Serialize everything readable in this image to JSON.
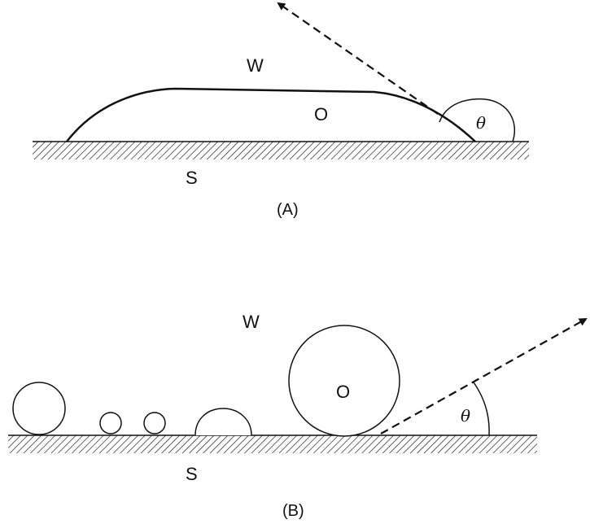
{
  "panel_a": {
    "water_label": "W",
    "oil_label": "O",
    "solid_label": "S",
    "angle_label": "θ",
    "caption": "(A)"
  },
  "panel_b": {
    "water_label": "W",
    "oil_label": "O",
    "solid_label": "S",
    "angle_label": "θ",
    "caption": "(B)"
  },
  "colors": {
    "ink": "#111111",
    "background": "#ffffff"
  }
}
